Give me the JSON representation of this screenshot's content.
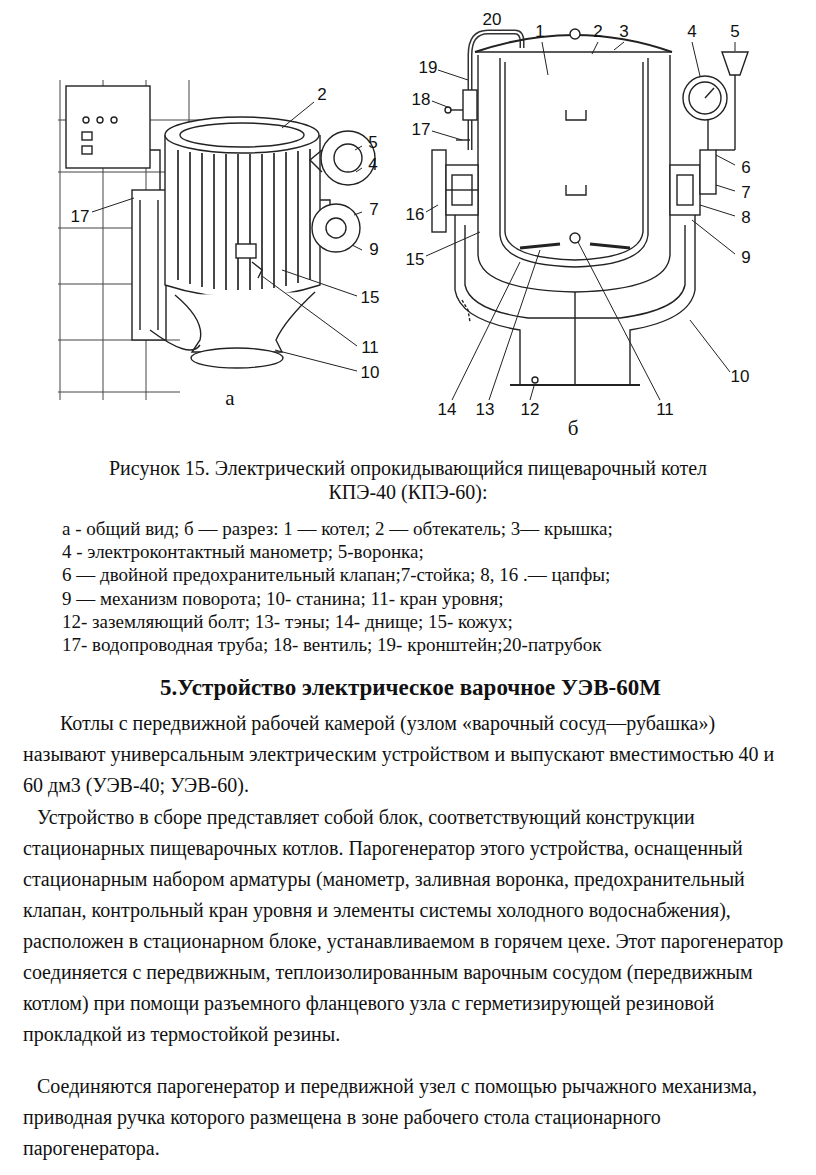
{
  "diagram": {
    "title": "5.Устройство электрическое варочное УЭВ-60М",
    "caption": "Рисунок 15. Электрический опрокидывающийся пищеварочный котел КПЭ-40 (КПЭ-60):",
    "labels": [
      "2",
      "5",
      "4",
      "7",
      "9",
      "15",
      "11",
      "10",
      "17",
      "а",
      "20",
      "1",
      "2",
      "3",
      "4",
      "5",
      "19",
      "18",
      "17",
      "16",
      "15",
      "6",
      "7",
      "8",
      "9",
      "10",
      "14",
      "13",
      "12",
      "11",
      "б",
      "а - общий вид; б — разрез: 1 — котел; 2 — обтекатель; 3— крышка;",
      "4 - электроконтактный манометр; 5-воронка;",
      "6 — двойной предохранительный клапан;7-стойка; 8, 16 .— цапфы;",
      "9 — механизм поворота; 10- станина; 11- кран уровня;",
      "12- заземляющий болт; 13- тэны; 14- днище; 15- кожух;",
      "17- водопроводная труба; 18- вентиль; 19- кронштейн;20-патрубок",
      "Котлы с передвижной рабочей камерой (узлом «варочный сосуд—рубашка») называют универсальным электрическим устройством и выпускают вместимостью 40 и 60 дм3 (УЭВ-40; УЭВ-60).",
      "Устройство в сборе представляет собой блок, соответствующий конструкции стационарных пищеварочных котлов. Парогенератор этого устройства, оснащенный стационарным набором арматуры (манометр, заливная воронка, предохранительный клапан, контрольный кран уровня и элементы системы холодного водоснабжения), расположен в стационарном блоке, устанавливаемом в горячем цехе. Этот парогенератор соединяется с передвижным, теплоизолированным варочным сосудом (передвижным котлом) при помощи разъемного фланцевого узла с герметизирующей резиновой прокладкой из термостойкой резины.",
      "Соединяются парогенератор и передвижной узел с помощью рычажного механизма, приводная ручка которого размещена в зоне рабочего стола стационарного парогенератора."
    ]
  }
}
